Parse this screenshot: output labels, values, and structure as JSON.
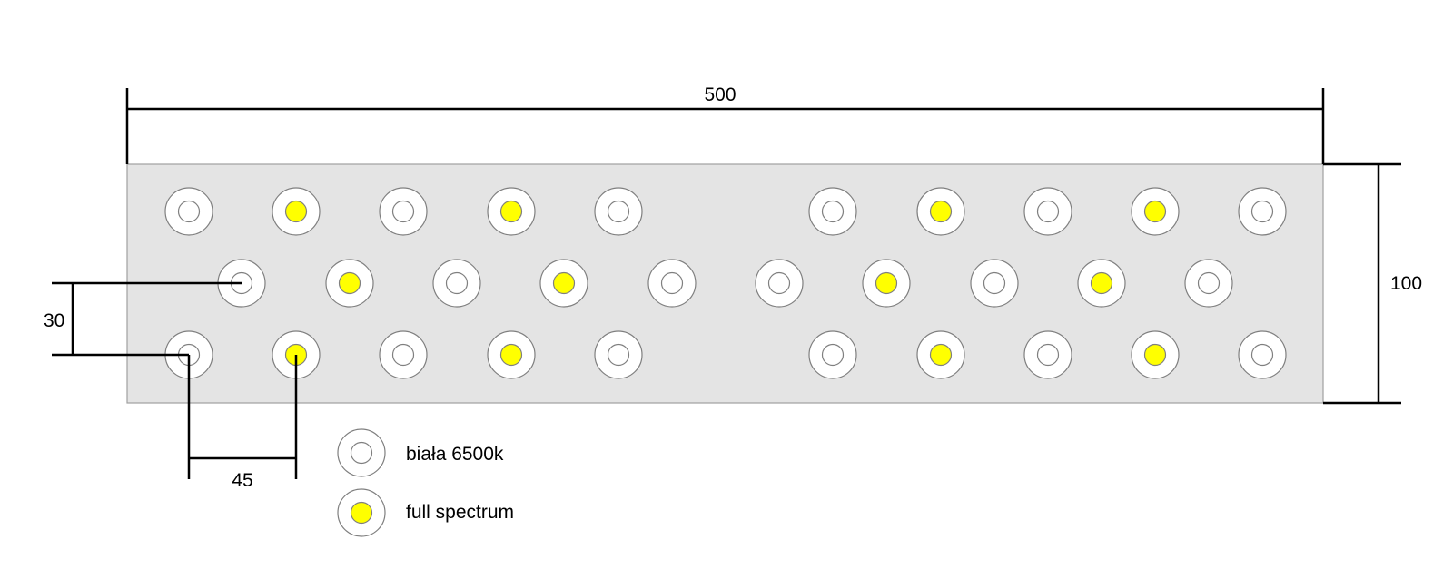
{
  "dimensions": {
    "length": "500",
    "height": "100",
    "row_spacing": "30",
    "led_spacing": "45"
  },
  "leds": {
    "rows": [
      [
        "white",
        "full",
        "white",
        "full",
        "white",
        null,
        "white",
        "full",
        "white",
        "full",
        "white"
      ],
      [
        null,
        "white",
        "full",
        "white",
        "full",
        "white",
        "white",
        "full",
        "white",
        "full",
        "white"
      ],
      [
        "white",
        "full",
        "white",
        "full",
        "white",
        null,
        "white",
        "full",
        "white",
        "full",
        "white"
      ]
    ]
  },
  "legend": {
    "items": [
      {
        "type": "white",
        "label": "biała 6500k"
      },
      {
        "type": "full",
        "label": "full spectrum"
      }
    ]
  },
  "colors": {
    "board": "#e4e4e4",
    "led_ring": "#ffffff",
    "led_center_white": "#ffffff",
    "led_center_full": "#ffff00",
    "line": "#000000",
    "outline": "#7f7f7f"
  }
}
